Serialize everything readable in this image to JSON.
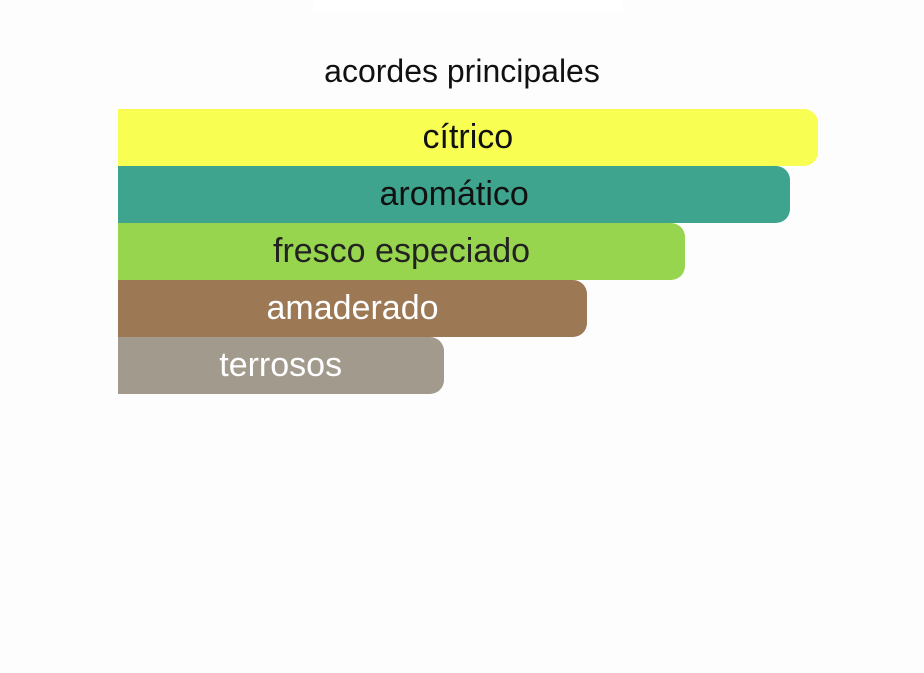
{
  "chart_data": {
    "type": "bar",
    "orientation": "horizontal",
    "title": "acordes principales",
    "categories": [
      "cítrico",
      "aromático",
      "fresco especiado",
      "amaderado",
      "terrosos"
    ],
    "values": [
      100,
      96,
      81,
      67,
      46.5
    ],
    "colors": [
      "#f8ff52",
      "#3fa48d",
      "#98d54e",
      "#9c7855",
      "#a39a8e"
    ],
    "label_colors": [
      "#111111",
      "#111111",
      "#222222",
      "#ffffff",
      "#ffffff"
    ],
    "xlim": [
      0,
      100
    ],
    "grid": false,
    "legend": "none"
  }
}
